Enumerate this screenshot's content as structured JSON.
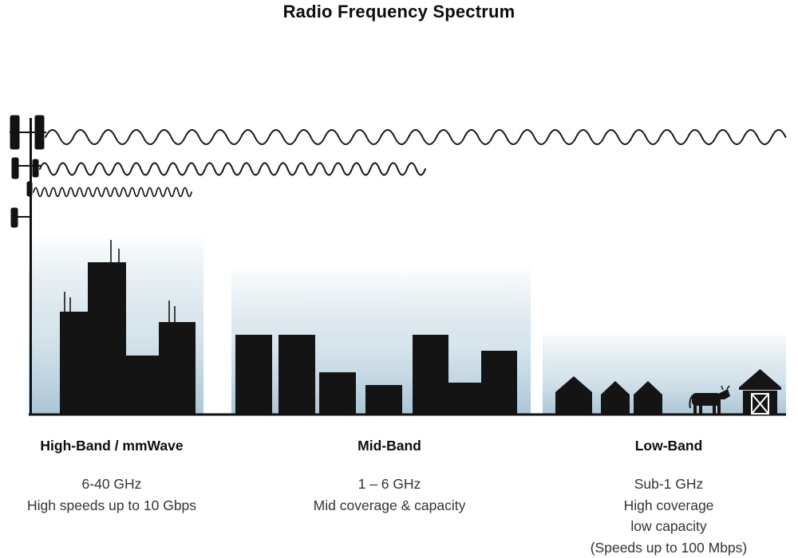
{
  "title": "Radio Frequency Spectrum",
  "bands": [
    {
      "name": "High-Band / mmWave",
      "frequency": "6-40 GHz",
      "lines": [
        "High speeds up to 10 Gbps"
      ]
    },
    {
      "name": "Mid-Band",
      "frequency": "1 – 6 GHz",
      "lines": [
        "Mid coverage & capacity"
      ]
    },
    {
      "name": "Low-Band",
      "frequency": "Sub-1 GHz",
      "lines": [
        "High coverage",
        "low capacity",
        "(Speeds up to 100 Mbps)"
      ]
    }
  ],
  "colors": {
    "silhouette": "#141414",
    "sky_gradient_bottom": "#aac6d6",
    "sky_gradient_top": "#ffffff",
    "text": "#333333"
  },
  "icons": {
    "transmitter": "cell-tower-icon",
    "waves": [
      "long-wavelength-wave",
      "medium-wavelength-wave",
      "short-wavelength-wave"
    ],
    "high_band_scene": "skyscraper-skyline",
    "mid_band_scene": "midrise-skyline",
    "low_band_scene": [
      "house-icon",
      "cow-icon",
      "barn-icon"
    ]
  }
}
